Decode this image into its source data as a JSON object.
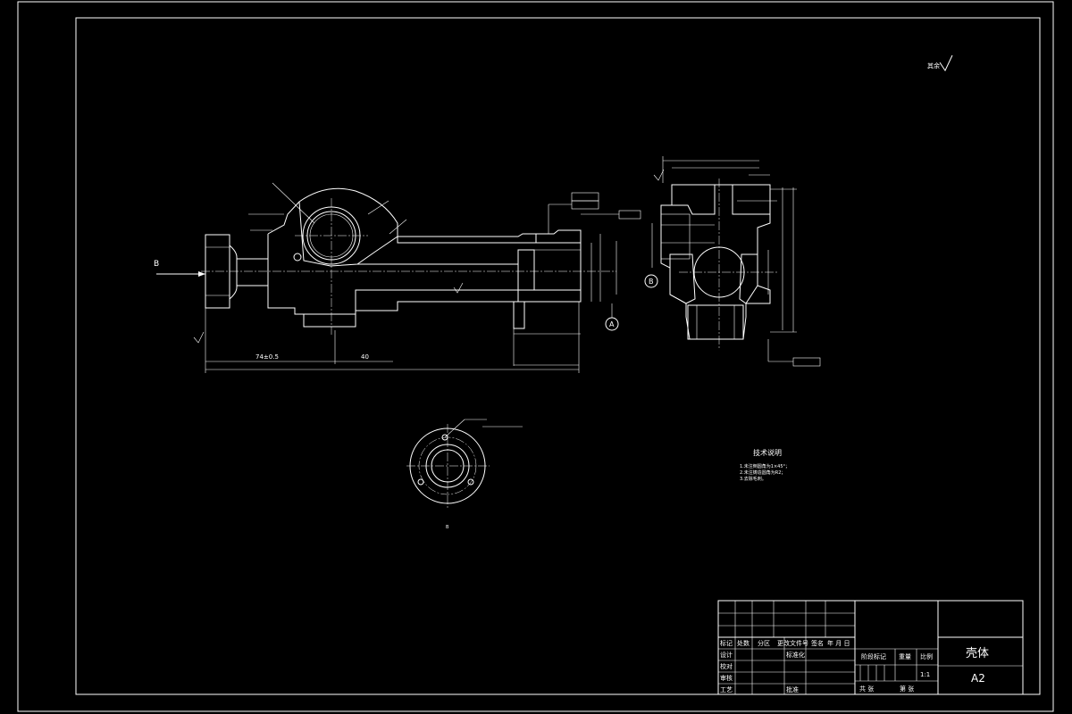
{
  "drawing": {
    "view_labels": {
      "section_b_left": "B",
      "section_b_right": "B",
      "datum_a": "A",
      "bottom_view": "B"
    },
    "dimensions": {
      "main_1": "74±0.5",
      "main_2": "40"
    },
    "roughness_symbol_label": "其余",
    "tech_notes": {
      "title": "技术说明",
      "lines": [
        "1.未注倒圆角为1×45°；",
        "2.未注铸造圆角为R2；",
        "3.去除毛刺。"
      ]
    }
  },
  "title_block": {
    "headers": [
      "标记",
      "处数",
      "分区",
      "更改文件号",
      "签名",
      "年 月 日"
    ],
    "rows_left": [
      "设计",
      "校对",
      "审核",
      "工艺"
    ],
    "standardization": "标准化",
    "approve": "批准",
    "stage_mark": "阶段标记",
    "weight": "重量",
    "scale": "比例",
    "scale_value": "1:1",
    "sheet_total": "共 张",
    "sheet_no": "第 张",
    "part_name": "壳体",
    "sheet_size": "A2"
  }
}
